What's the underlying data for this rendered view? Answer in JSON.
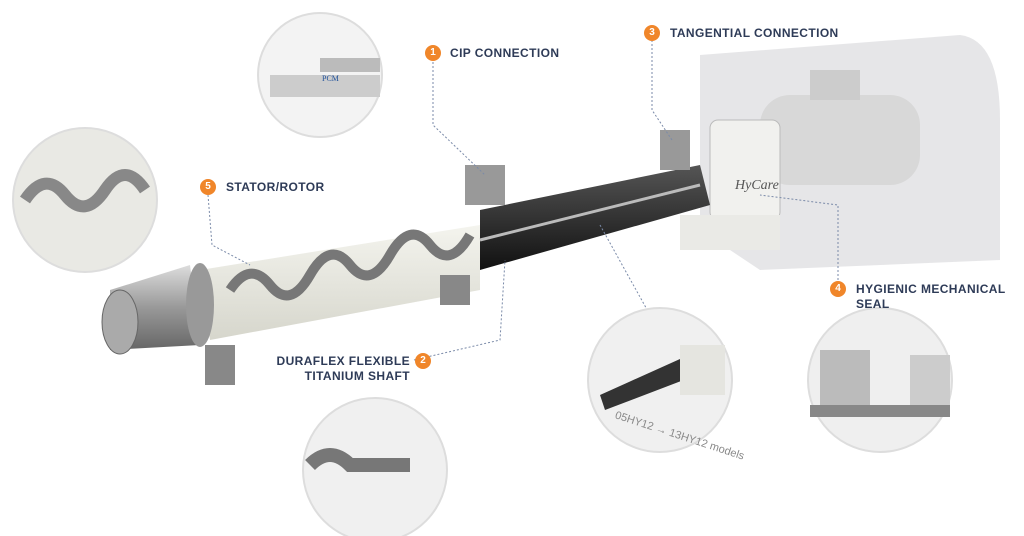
{
  "colors": {
    "accent": "#f0862a",
    "label": "#2e3b57"
  },
  "callouts": [
    {
      "number": "1",
      "label": "CIP CONNECTION"
    },
    {
      "number": "2",
      "label_line1": "DURAFLEX FLEXIBLE",
      "label_line2": "TITANIUM SHAFT"
    },
    {
      "number": "3",
      "label": "TANGENTIAL CONNECTION"
    },
    {
      "number": "4",
      "label_line1": "HYGIENIC MECHANICAL",
      "label_line2": "SEAL"
    },
    {
      "number": "5",
      "label": "STATOR/ROTOR"
    }
  ],
  "inset_caption": "05HY12 → 13HY12 models",
  "logo_text": "HyCare",
  "skid_logo": "PCM"
}
